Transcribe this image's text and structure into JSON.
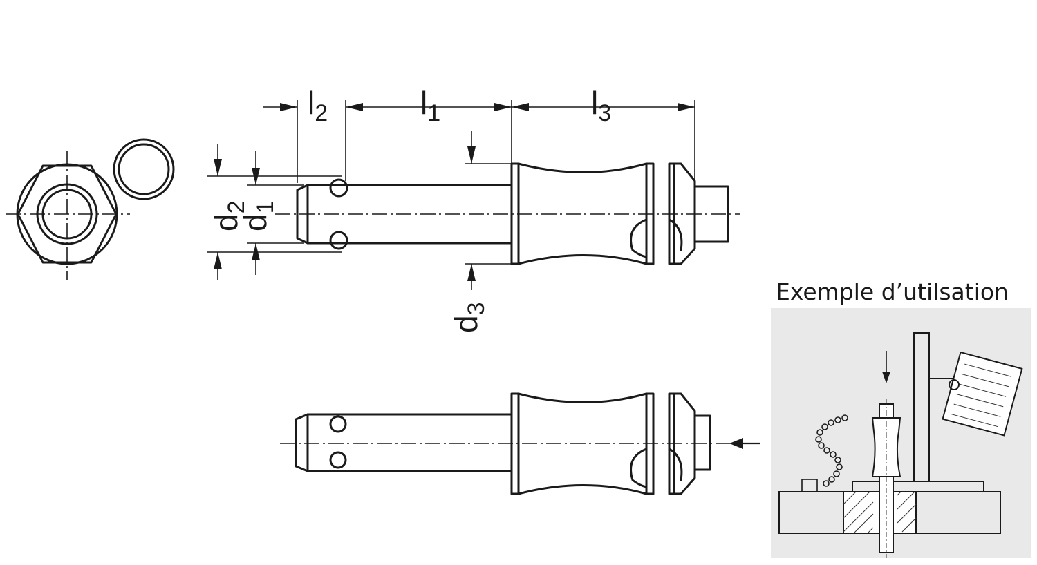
{
  "labels": {
    "l2": {
      "main": "l",
      "sub": "2"
    },
    "l1": {
      "main": "l",
      "sub": "1"
    },
    "l3": {
      "main": "l",
      "sub": "3"
    },
    "d2": {
      "main": "d",
      "sub": "2"
    },
    "d1": {
      "main": "d",
      "sub": "1"
    },
    "d3": {
      "main": "d",
      "sub": "3"
    }
  },
  "example": {
    "title": "Exemple d’utilsation"
  },
  "colors": {
    "line": "#1a1a1a",
    "example_bg": "#e9e9e9",
    "part_fill": "#ffffff"
  }
}
